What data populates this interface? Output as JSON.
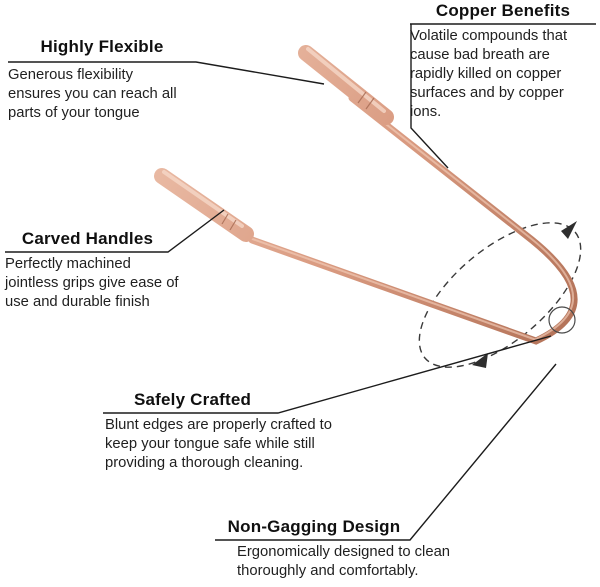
{
  "callouts": {
    "highly_flexible": {
      "title": "Highly Flexible",
      "body": "Generous flexibility\nensures you can reach all\nparts of your tongue"
    },
    "copper_benefits": {
      "title": "Copper Benefits",
      "body": "Volatile compounds that\ncause bad breath are\nrapidly killed on copper\nsurfaces and by copper\nions."
    },
    "carved_handles": {
      "title": "Carved Handles",
      "body": "Perfectly machined\njointless grips give ease of\nuse and durable finish"
    },
    "safely_crafted": {
      "title": "Safely Crafted",
      "body": "Blunt edges are properly crafted to\nkeep your tongue safe while still\nproviding a thorough cleaning."
    },
    "non_gagging": {
      "title": "Non-Gagging Design",
      "body": "Ergonomically designed to clean\nthoroughly and comfortably."
    }
  },
  "colors": {
    "copper_light": "#eec3ae",
    "copper_mid": "#d99a80",
    "copper_dark": "#b06f55",
    "line": "#1c1c1c"
  }
}
